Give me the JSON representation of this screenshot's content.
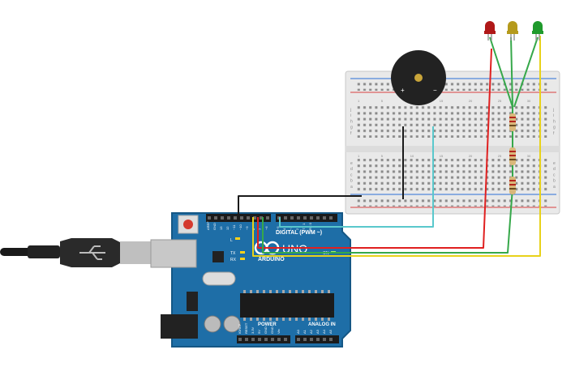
{
  "circuit": {
    "arduino": {
      "logo_text": "ARDUINO",
      "model_text": "UNO",
      "digital_header_label": "DIGITAL (PWM ~)",
      "power_label": "POWER",
      "analog_label": "ANALOG IN",
      "tx_label": "TX",
      "rx_label": "RX",
      "l_label": "L",
      "on_label": "ON",
      "aref_label": "AREF",
      "gnd_label": "GND",
      "power_pins": [
        "IOREF",
        "RESET",
        "3.3V",
        "5V",
        "GND",
        "GND",
        "Vin"
      ],
      "analog_pins": [
        "A0",
        "A1",
        "A2",
        "A3",
        "A4",
        "A5"
      ],
      "digital_pins": [
        "13",
        "12",
        "~11",
        "~10",
        "~9",
        "8",
        "7",
        "~6",
        "~5",
        "4",
        "~3",
        "2",
        "TX 1",
        "RX 0"
      ]
    },
    "buzzer": {
      "plus_label": "+",
      "minus_label": "−"
    },
    "breadboard": {
      "row_letters_top": [
        "j",
        "i",
        "h",
        "g",
        "f"
      ],
      "row_letters_bottom": [
        "e",
        "d",
        "c",
        "b",
        "a"
      ],
      "column_numbers": [
        "1",
        "5",
        "10",
        "15",
        "20",
        "25",
        "30"
      ]
    },
    "leds": [
      {
        "color_name": "red",
        "color": "#b01818"
      },
      {
        "color_name": "yellow",
        "color": "#b59a1c"
      },
      {
        "color_name": "green",
        "color": "#1f9a2c"
      }
    ],
    "wire_colors": {
      "black": "#1a1a1a",
      "cyan": "#5ac8cc",
      "red": "#e02020",
      "green": "#36a84a",
      "yellow": "#e8d21a"
    }
  }
}
